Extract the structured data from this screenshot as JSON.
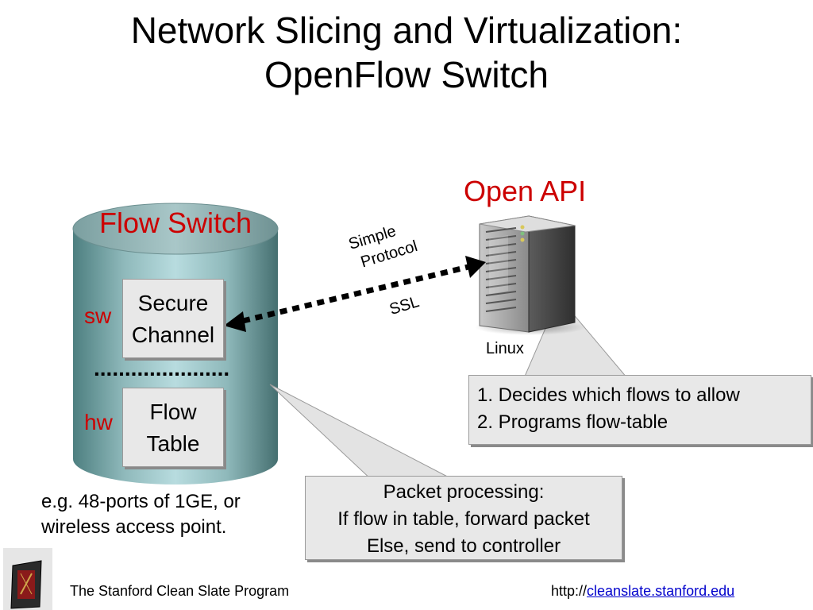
{
  "title": {
    "line1": "Network Slicing and Virtualization:",
    "line2": "OpenFlow Switch"
  },
  "flow_switch": {
    "label": "Flow Switch",
    "sw_label": "sw",
    "hw_label": "hw",
    "secure_channel": {
      "line1": "Secure",
      "line2": "Channel"
    },
    "flow_table": {
      "line1": "Flow",
      "line2": "Table"
    },
    "divider_text": "......................"
  },
  "controller": {
    "open_api_label": "Open API",
    "os_label": "Linux"
  },
  "link": {
    "protocol_line1": "Simple",
    "protocol_line2": "Protocol",
    "ssl_label": "SSL"
  },
  "callout_controller": {
    "items": [
      "1.  Decides which flows to allow",
      "2.  Programs flow-table"
    ]
  },
  "callout_switch": {
    "line1": "Packet processing:",
    "line2": "If flow in table, forward packet",
    "line3": "Else, send to controller"
  },
  "example_note": {
    "line1": "e.g. 48-ports of 1GE, or",
    "line2": "wireless access point."
  },
  "footer": {
    "left": "The Stanford Clean Slate Program",
    "url_prefix": "http://",
    "url_link": "cleanslate.stanford.edu"
  },
  "colors": {
    "accent_red": "#cc0000",
    "link_blue": "#0000cc"
  }
}
